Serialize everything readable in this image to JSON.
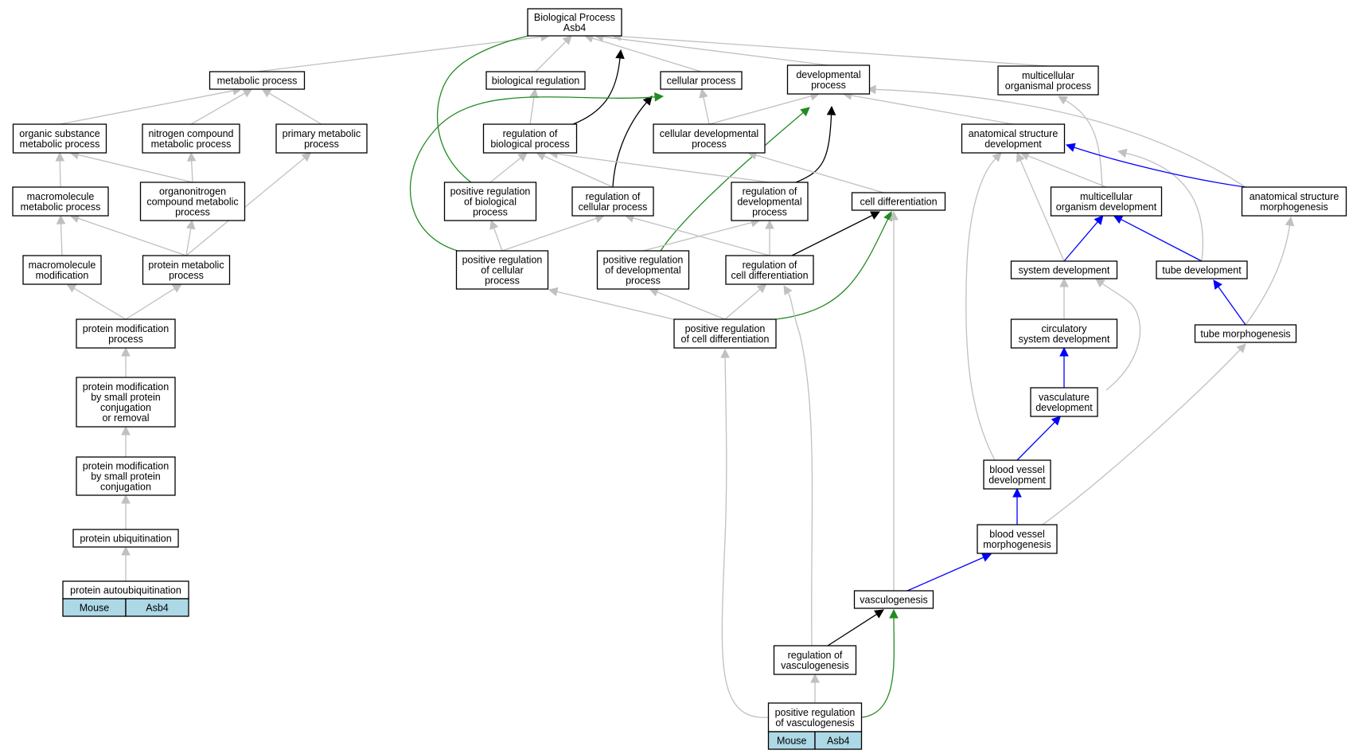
{
  "colors": {
    "is_a": "#c0c0c0",
    "regulates": "#000000",
    "positively_regulates": "#228b22",
    "part_of": "#0000ff",
    "annotation_cell": "#add8e6"
  },
  "nodes": {
    "bp": [
      "Biological Process",
      "Asb4"
    ],
    "metabolic": [
      "metabolic process"
    ],
    "bioreg": [
      "biological regulation"
    ],
    "cellular": [
      "cellular process"
    ],
    "devproc": [
      "developmental",
      "process"
    ],
    "multiproc": [
      "multicellular",
      "organismal process"
    ],
    "organic": [
      "organic substance",
      "metabolic process"
    ],
    "nitrogen": [
      "nitrogen compound",
      "metabolic process"
    ],
    "primary": [
      "primary metabolic",
      "process"
    ],
    "regbio": [
      "regulation of",
      "biological process"
    ],
    "celldev": [
      "cellular developmental",
      "process"
    ],
    "anatdev": [
      "anatomical structure",
      "development"
    ],
    "macromet": [
      "macromolecule",
      "metabolic process"
    ],
    "organonit": [
      "organonitrogen",
      "compound metabolic",
      "process"
    ],
    "posregbio": [
      "positive regulation",
      "of biological",
      "process"
    ],
    "regcell": [
      "regulation of",
      "cellular process"
    ],
    "regdev": [
      "regulation of",
      "developmental",
      "process"
    ],
    "celldiff": [
      "cell differentiation"
    ],
    "multidev": [
      "multicellular",
      "organism development"
    ],
    "anatmorph": [
      "anatomical structure",
      "morphogenesis"
    ],
    "macromod": [
      "macromolecule",
      "modification"
    ],
    "protmet": [
      "protein metabolic",
      "process"
    ],
    "posregcell": [
      "positive regulation",
      "of cellular",
      "process"
    ],
    "posregdev": [
      "positive regulation",
      "of developmental",
      "process"
    ],
    "regcelldiff": [
      "regulation of",
      "cell differentiation"
    ],
    "sysdev": [
      "system development"
    ],
    "tubedev": [
      "tube development"
    ],
    "protmod": [
      "protein modification",
      "process"
    ],
    "posregcelldiff": [
      "positive regulation",
      "of cell differentiation"
    ],
    "circ": [
      "circulatory",
      "system development"
    ],
    "tubemorph": [
      "tube morphogenesis"
    ],
    "protmodsmallrem": [
      "protein modification",
      "by small protein",
      "conjugation",
      "or removal"
    ],
    "vascdev": [
      "vasculature",
      "development"
    ],
    "protmodsmall": [
      "protein modification",
      "by small protein",
      "conjugation"
    ],
    "bvdev": [
      "blood vessel",
      "development"
    ],
    "protubiq": [
      "protein ubiquitination"
    ],
    "bvmorph": [
      "blood vessel",
      "morphogenesis"
    ],
    "autoubiq": [
      "protein autoubiquitination"
    ],
    "vasculo": [
      "vasculogenesis"
    ],
    "regvasc": [
      "regulation of",
      "vasculogenesis"
    ],
    "posregvasc": [
      "positive regulation",
      "of vasculogenesis"
    ]
  },
  "annotations": {
    "autoubiq": [
      "Mouse",
      "Asb4"
    ],
    "posregvasc": [
      "Mouse",
      "Asb4"
    ]
  },
  "edges": [
    [
      "metabolic",
      "bp",
      "is_a"
    ],
    [
      "bioreg",
      "bp",
      "is_a"
    ],
    [
      "cellular",
      "bp",
      "is_a"
    ],
    [
      "devproc",
      "bp",
      "is_a"
    ],
    [
      "multiproc",
      "bp",
      "is_a"
    ],
    [
      "regbio",
      "bp",
      "regulates"
    ],
    [
      "posregbio",
      "bp",
      "positively_regulates"
    ],
    [
      "organic",
      "metabolic",
      "is_a"
    ],
    [
      "nitrogen",
      "metabolic",
      "is_a"
    ],
    [
      "primary",
      "metabolic",
      "is_a"
    ],
    [
      "regbio",
      "bioreg",
      "is_a"
    ],
    [
      "celldev",
      "cellular",
      "is_a"
    ],
    [
      "regcell",
      "cellular",
      "regulates"
    ],
    [
      "posregcell",
      "cellular",
      "positively_regulates"
    ],
    [
      "celldev",
      "devproc",
      "is_a"
    ],
    [
      "anatdev",
      "devproc",
      "is_a"
    ],
    [
      "anatmorph",
      "devproc",
      "is_a"
    ],
    [
      "regdev",
      "devproc",
      "regulates"
    ],
    [
      "posregdev",
      "devproc",
      "positively_regulates"
    ],
    [
      "multidev",
      "multiproc",
      "is_a"
    ],
    [
      "macromet",
      "organic",
      "is_a"
    ],
    [
      "organonit",
      "organic",
      "is_a"
    ],
    [
      "organonit",
      "nitrogen",
      "is_a"
    ],
    [
      "protmet",
      "primary",
      "is_a"
    ],
    [
      "posregbio",
      "regbio",
      "is_a"
    ],
    [
      "regcell",
      "regbio",
      "is_a"
    ],
    [
      "regdev",
      "regbio",
      "is_a"
    ],
    [
      "celldiff",
      "celldev",
      "is_a"
    ],
    [
      "multidev",
      "anatdev",
      "is_a"
    ],
    [
      "sysdev",
      "anatdev",
      "is_a"
    ],
    [
      "tubedev",
      "anatdev",
      "is_a"
    ],
    [
      "bvdev",
      "anatdev",
      "is_a"
    ],
    [
      "anatmorph",
      "anatdev",
      "part_of"
    ],
    [
      "macromod",
      "macromet",
      "is_a"
    ],
    [
      "protmet",
      "macromet",
      "is_a"
    ],
    [
      "protmet",
      "organonit",
      "is_a"
    ],
    [
      "posregcell",
      "posregbio",
      "is_a"
    ],
    [
      "posregcell",
      "regcell",
      "is_a"
    ],
    [
      "regcelldiff",
      "regcell",
      "is_a"
    ],
    [
      "posregdev",
      "regdev",
      "is_a"
    ],
    [
      "regcelldiff",
      "regdev",
      "is_a"
    ],
    [
      "regcelldiff",
      "celldiff",
      "regulates"
    ],
    [
      "posregcelldiff",
      "celldiff",
      "positively_regulates"
    ],
    [
      "vasculo",
      "celldiff",
      "is_a"
    ],
    [
      "sysdev",
      "multidev",
      "part_of"
    ],
    [
      "tubedev",
      "multidev",
      "part_of"
    ],
    [
      "tubemorph",
      "anatmorph",
      "is_a"
    ],
    [
      "protmod",
      "macromod",
      "is_a"
    ],
    [
      "protmod",
      "protmet",
      "is_a"
    ],
    [
      "posregcelldiff",
      "posregcell",
      "is_a"
    ],
    [
      "posregcelldiff",
      "posregdev",
      "is_a"
    ],
    [
      "posregcelldiff",
      "regcelldiff",
      "is_a"
    ],
    [
      "regvasc",
      "regcelldiff",
      "is_a"
    ],
    [
      "circ",
      "sysdev",
      "is_a"
    ],
    [
      "vascdev",
      "sysdev",
      "is_a"
    ],
    [
      "tubemorph",
      "tubedev",
      "part_of"
    ],
    [
      "protmodsmallrem",
      "protmod",
      "is_a"
    ],
    [
      "posregvasc",
      "posregcelldiff",
      "is_a"
    ],
    [
      "vascdev",
      "circ",
      "part_of"
    ],
    [
      "bvmorph",
      "tubemorph",
      "is_a"
    ],
    [
      "protmodsmall",
      "protmodsmallrem",
      "is_a"
    ],
    [
      "bvdev",
      "vascdev",
      "part_of"
    ],
    [
      "protubiq",
      "protmodsmall",
      "is_a"
    ],
    [
      "bvmorph",
      "bvdev",
      "part_of"
    ],
    [
      "autoubiq",
      "protubiq",
      "is_a"
    ],
    [
      "vasculo",
      "bvmorph",
      "part_of"
    ],
    [
      "regvasc",
      "vasculo",
      "regulates"
    ],
    [
      "posregvasc",
      "vasculo",
      "positively_regulates"
    ],
    [
      "posregvasc",
      "regvasc",
      "is_a"
    ]
  ]
}
